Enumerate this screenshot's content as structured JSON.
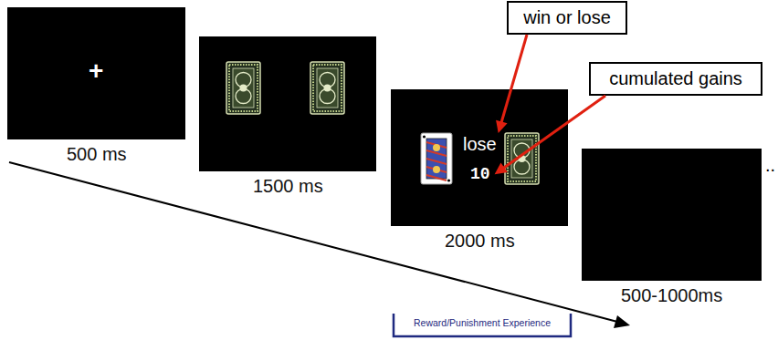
{
  "diagram": {
    "nodes": [
      {
        "text": [
          "+",
          "500 ms"
        ]
      },
      {
        "text": [
          "1500 ms"
        ]
      },
      {
        "text": [
          "lose",
          "10",
          "2000 ms"
        ]
      },
      {
        "text": [
          "win or lose"
        ]
      },
      {
        "text": [
          "cumulated gains"
        ]
      },
      {
        "text": [
          "500-1000ms"
        ]
      }
    ],
    "edges": [
      {
        "from": 3,
        "to": 2,
        "arrow": "to"
      },
      {
        "from": 4,
        "to": 2,
        "arrow": "to"
      }
    ],
    "labels": [
      "..",
      "Reward/Punishment Experience"
    ]
  }
}
